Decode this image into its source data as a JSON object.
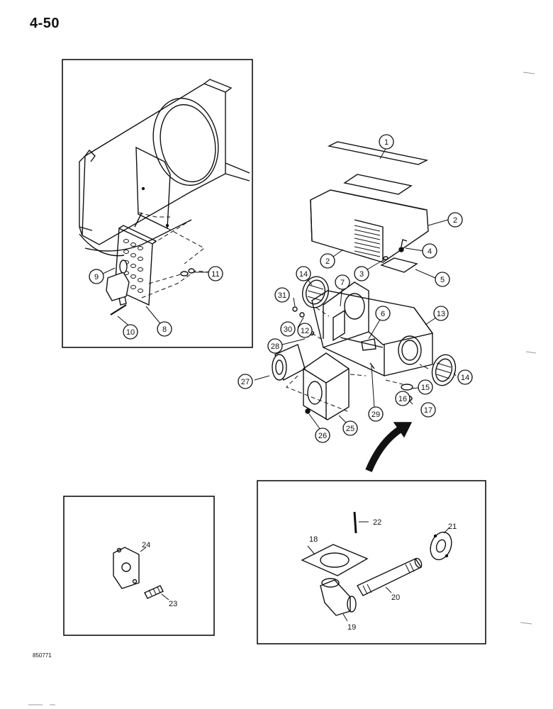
{
  "page_number": "4-50",
  "doc_code": "850771",
  "callouts": {
    "c1": "1",
    "c2a": "2",
    "c2b": "2",
    "c3": "3",
    "c4": "4",
    "c5": "5",
    "c6": "6",
    "c7": "7",
    "c8": "8",
    "c9": "9",
    "c10": "10",
    "c11": "11",
    "c12": "12",
    "c13": "13",
    "c14a": "14",
    "c14b": "14",
    "c15": "15",
    "c16": "16",
    "c17": "17",
    "c25": "25",
    "c26": "26",
    "c27": "27",
    "c28": "28",
    "c29": "29",
    "c30": "30",
    "c31": "31"
  },
  "plain_labels": {
    "l18": "18",
    "l19": "19",
    "l20": "20",
    "l21": "21",
    "l22": "22",
    "l23": "23",
    "l24": "24"
  }
}
